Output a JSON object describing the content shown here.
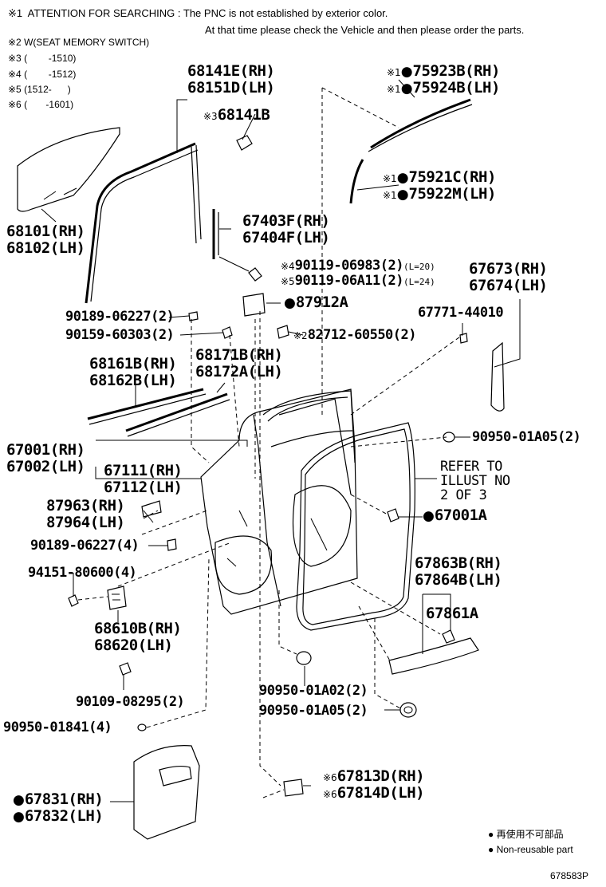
{
  "notes": {
    "n1_line1": "※1  ATTENTION FOR SEARCHING : The PNC is not established by exterior color.",
    "n1_line2": "At that time please check the Vehicle and then please order the parts.",
    "n2": "※2 W(SEAT MEMORY SWITCH)",
    "n3": "※3 (        -1510)",
    "n4": "※4 (        -1512)",
    "n5": "※5 (1512-      )",
    "n6": "※6 (       -1601)"
  },
  "parts": {
    "p68141E": "68141E(RH)",
    "p68151D": "68151D(LH)",
    "p68141B_mark": "※3",
    "p68141B": "68141B",
    "p75923B_mark": "※1",
    "p75923B": "75923B(RH)",
    "p75924B_mark": "※1",
    "p75924B": "75924B(LH)",
    "p75921C_mark": "※1",
    "p75921C": "75921C(RH)",
    "p75922M_mark": "※1",
    "p75922M": "75922M(LH)",
    "p68101": "68101(RH)",
    "p68102": "68102(LH)",
    "p67403F": "67403F(RH)",
    "p67404F": "67404F(LH)",
    "p90119a_mark": "※4",
    "p90119a": "90119-06983(2)",
    "p90119a_note": "(L=20)",
    "p90119b_mark": "※5",
    "p90119b": "90119-06A11(2)",
    "p90119b_note": "(L=24)",
    "p67673": "67673(RH)",
    "p67674": "67674(LH)",
    "p87912A": "87912A",
    "p90189a": "90189-06227(2)",
    "p67771": "67771-44010",
    "p90159": "90159-60303(2)",
    "p82712_mark": "※2",
    "p82712": "82712-60550(2)",
    "p68161B": "68161B(RH)",
    "p68162B": "68162B(LH)",
    "p68171B": "68171B(RH)",
    "p68172A": "68172A(LH)",
    "p67001": "67001(RH)",
    "p67002": "67002(LH)",
    "p90950a": "90950-01A05(2)",
    "refer1": "REFER TO",
    "refer2": "ILLUST NO",
    "refer3": "2 OF 3",
    "p67111": "67111(RH)",
    "p67112": "67112(LH)",
    "p87963": "87963(RH)",
    "p87964": "87964(LH)",
    "p67001A": "67001A",
    "p90189b": "90189-06227(4)",
    "p94151": "94151-80600(4)",
    "p67863B": "67863B(RH)",
    "p67864B": "67864B(LH)",
    "p67861A": "67861A",
    "p68610B": "68610B(RH)",
    "p68620": "68620(LH)",
    "p90109": "90109-08295(2)",
    "p90950b": "90950-01A02(2)",
    "p90950c": "90950-01A05(2)",
    "p90950d": "90950-01841(4)",
    "p67831": "67831(RH)",
    "p67832": "67832(LH)",
    "p67813D_mark": "※6",
    "p67813D": "67813D(RH)",
    "p67814D_mark": "※6",
    "p67814D": "67814D(LH)"
  },
  "legend": {
    "jp": "再使用不可部品",
    "en": "Non-reusable part"
  },
  "figure_id": "678583P"
}
